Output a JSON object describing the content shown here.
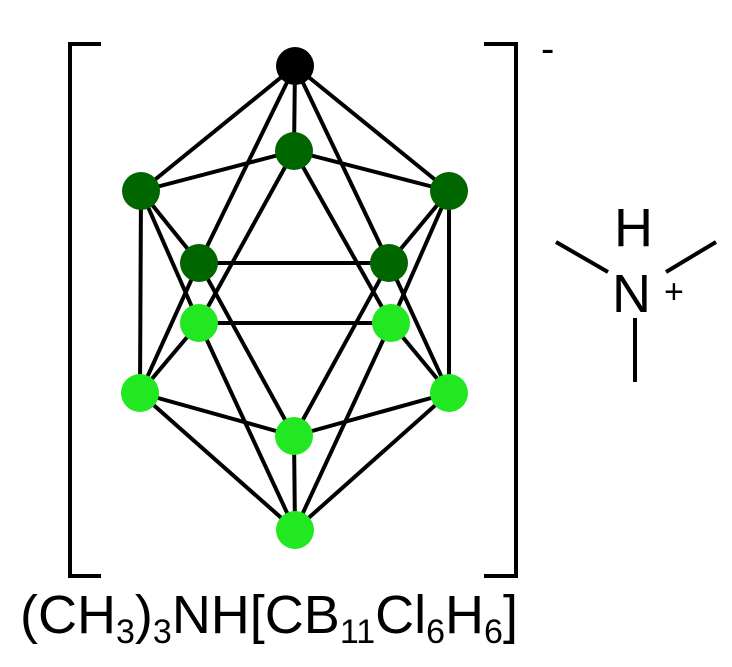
{
  "colors": {
    "carbon": "#000000",
    "boron_upper": "#006600",
    "boron_lower": "#22e822",
    "bond": "#000000"
  },
  "cluster": {
    "charge": "-",
    "atoms": [
      {
        "id": "c1",
        "kind": "carbon"
      },
      {
        "id": "b2",
        "kind": "boron_upper"
      },
      {
        "id": "b3",
        "kind": "boron_upper"
      },
      {
        "id": "b4",
        "kind": "boron_upper"
      },
      {
        "id": "b5",
        "kind": "boron_upper"
      },
      {
        "id": "b6",
        "kind": "boron_upper"
      },
      {
        "id": "b7",
        "kind": "boron_lower"
      },
      {
        "id": "b8",
        "kind": "boron_lower"
      },
      {
        "id": "b9",
        "kind": "boron_lower"
      },
      {
        "id": "b10",
        "kind": "boron_lower"
      },
      {
        "id": "b11",
        "kind": "boron_lower"
      },
      {
        "id": "b12",
        "kind": "boron_lower"
      }
    ]
  },
  "cation": {
    "h_label": "H",
    "n_label": "N",
    "charge": "+"
  },
  "formula": {
    "p1": "(CH",
    "s1": "3",
    "p2": ")",
    "s2": "3",
    "p3": "NH[CB",
    "s3": "11",
    "p4": "Cl",
    "s4": "6",
    "p5": "H",
    "s5": "6",
    "p6": "]"
  }
}
